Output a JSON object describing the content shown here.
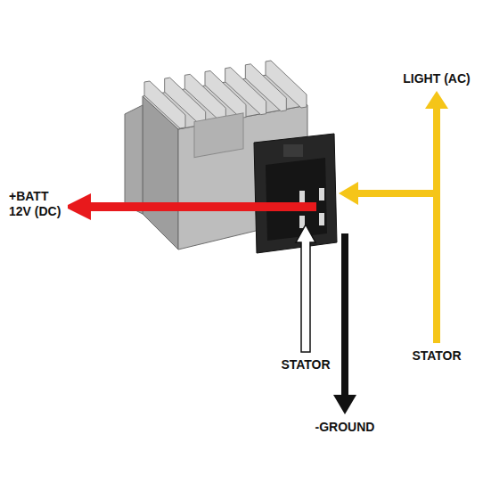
{
  "diagram": {
    "labels": [
      "LIGHT (AC)",
      "+BATT 12V (DC)",
      "STATOR",
      "STATOR",
      "-GROUND"
    ]
  }
}
